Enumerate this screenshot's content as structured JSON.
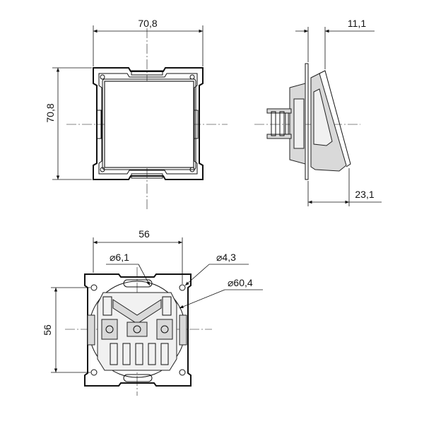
{
  "colors": {
    "line": "#111111",
    "background": "#ffffff",
    "fill": "#d9d9d9"
  },
  "front_view": {
    "width_label": "70,8",
    "height_label": "70,8"
  },
  "side_view": {
    "depth_label": "11,1",
    "total_depth_label": "23,1"
  },
  "back_view": {
    "width_label": "56",
    "height_label": "56",
    "hole_small_label": "⌀6,1",
    "hole_medium_label": "⌀4,3",
    "circle_label": "⌀60,4"
  }
}
